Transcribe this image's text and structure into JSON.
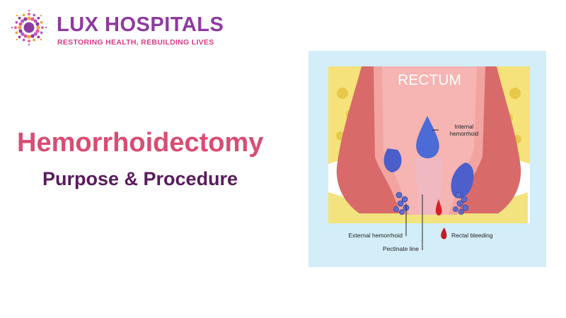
{
  "brand": {
    "name": "LUX HOSPITALS",
    "tagline": "RESTORING HEALTH, REBUILDING LIVES"
  },
  "hero": {
    "title": "Hemorrhoidectomy",
    "subtitle": "Purpose & Procedure"
  },
  "diagram": {
    "title": "RECTUM",
    "labels": {
      "internal_line1": "Internal",
      "internal_line2": "hemorrhoid",
      "external": "External hemorrhoid",
      "pectinate": "Pectinate line",
      "bleeding": "Rectal bleeding"
    }
  },
  "colors": {
    "brand_purple": "#8e3aa0",
    "tagline_pink": "#d63d83",
    "title_pink": "#d94d72",
    "subtitle_purple": "#5a1a5e",
    "figure_bg": "#d3eef8"
  }
}
